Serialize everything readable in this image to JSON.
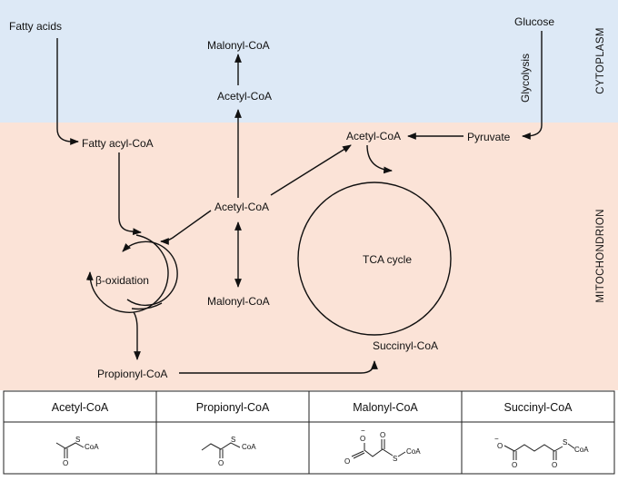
{
  "compartments": {
    "cytoplasm": {
      "label": "CYTOPLASM",
      "color": "#dde9f6"
    },
    "mitochondrion": {
      "label": "MITOCHONDRION",
      "color": "#fbe3d7"
    }
  },
  "nodes": {
    "fatty_acids": "Fatty acids",
    "glucose": "Glucose",
    "glycolysis": "Glycolysis",
    "malonyl_coa_top": "Malonyl-CoA",
    "acetyl_coa_top": "Acetyl-CoA",
    "fatty_acyl_coa": "Fatty acyl-CoA",
    "acetyl_coa_mito": "Acetyl-CoA",
    "pyruvate": "Pyruvate",
    "acetyl_coa_mid": "Acetyl-CoA",
    "beta_oxidation": "β-oxidation",
    "tca_cycle": "TCA cycle",
    "malonyl_coa_mid": "Malonyl-CoA",
    "succinyl_coa": "Succinyl-CoA",
    "propionyl_coa": "Propionyl-CoA"
  },
  "table": {
    "headers": [
      "Acetyl-CoA",
      "Propionyl-CoA",
      "Malonyl-CoA",
      "Succinyl-CoA"
    ],
    "chem": {
      "coa": "CoA",
      "s": "S",
      "o": "O",
      "neg": "−"
    }
  }
}
